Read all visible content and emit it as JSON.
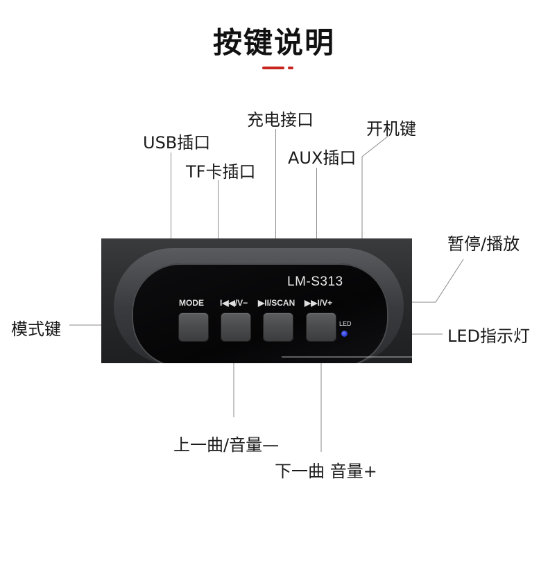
{
  "title": "按键说明",
  "device": {
    "model": "LM-S313",
    "buttons": [
      {
        "label": "MODE"
      },
      {
        "label": "I◀◀/V−"
      },
      {
        "label": "▶II/SCAN"
      },
      {
        "label": "▶▶I/V+"
      }
    ],
    "led_label": "LED"
  },
  "callouts": {
    "usb": "USB插口",
    "tf": "TF卡插口",
    "charge": "充电接口",
    "aux": "AUX插口",
    "power": "开机键",
    "pause_play": "暂停/播放",
    "mode": "模式键",
    "led": "LED指示灯",
    "prev": "上一曲/音量—",
    "next": "下一曲 音量+"
  },
  "colors": {
    "accent": "#c8251f",
    "led": "#2a3bd0"
  }
}
